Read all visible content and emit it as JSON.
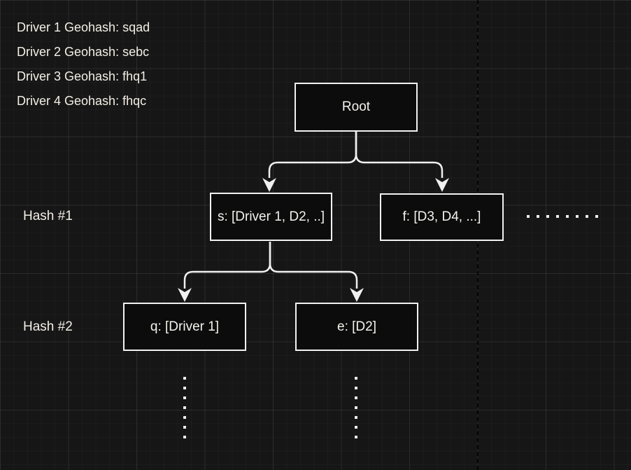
{
  "canvas": {
    "background_color": "#161616",
    "grid_minor_color": "#1d1d1d",
    "grid_major_color": "#262626",
    "box_fill": "#0c0c0c",
    "box_border_color": "#f2f2f2",
    "line_color": "#f0f0f0",
    "text_color": "#f3efe6"
  },
  "legend": {
    "drivers": [
      "Driver 1 Geohash: sqad",
      "Driver 2 Geohash: sebc",
      "Driver 3 Geohash: fhq1",
      "Driver 4 Geohash: fhqc"
    ]
  },
  "row_labels": {
    "hash1": "Hash #1",
    "hash2": "Hash #2"
  },
  "tree": {
    "root": {
      "label": "Root"
    },
    "level1": [
      {
        "label": "s: [Driver 1, D2, ..]"
      },
      {
        "label": "f: [D3, D4, ...]"
      }
    ],
    "level2": [
      {
        "label": "q: [Driver 1]"
      },
      {
        "label": "e: [D2]"
      }
    ]
  },
  "continuation_marks": {
    "horizontal_dot_count": 8,
    "vertical_dot_count_each": 7
  }
}
